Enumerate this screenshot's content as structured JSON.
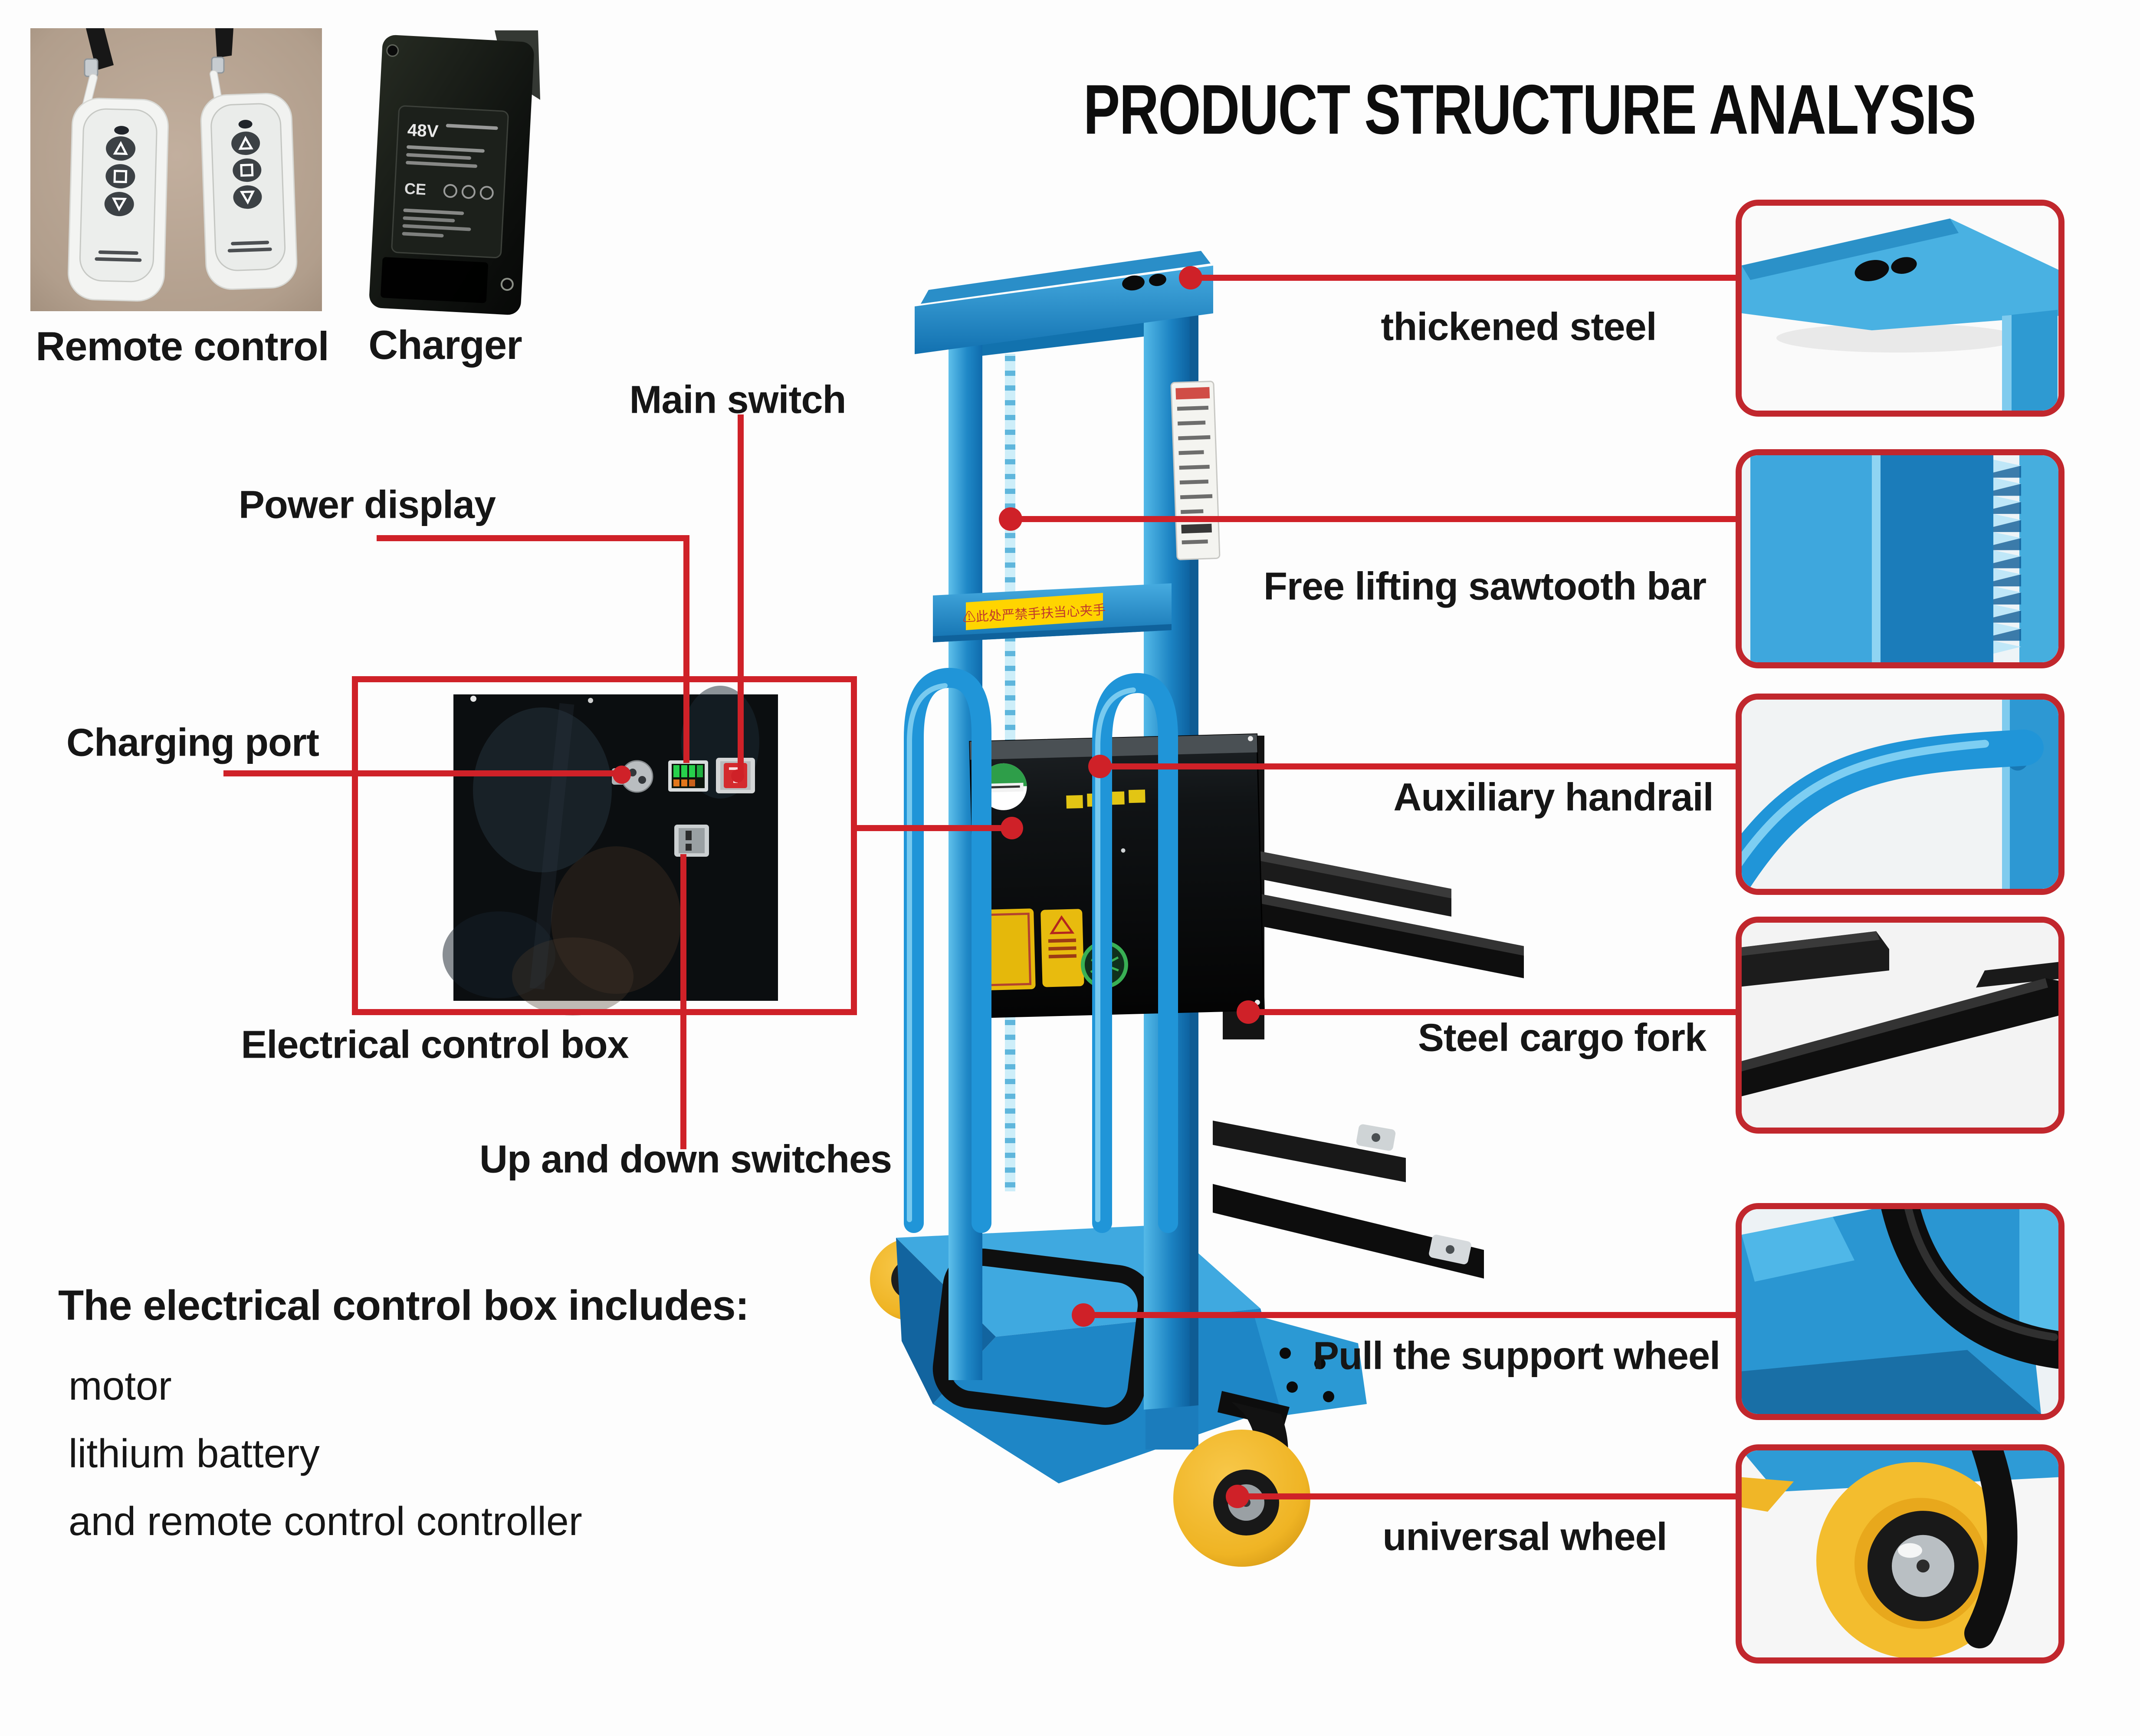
{
  "title": "PRODUCT STRUCTURE ANALYSIS",
  "photos": {
    "remote_label": "Remote control",
    "charger_label": "Charger",
    "charger_voltage": "48V",
    "charger_ce": "CE"
  },
  "annotations": {
    "main_switch": "Main switch",
    "power_display": "Power display",
    "charging_port": "Charging port",
    "electrical_control_box": "Electrical control box",
    "up_down_switches": "Up and down switches"
  },
  "callouts": [
    {
      "label": "thickened steel"
    },
    {
      "label": "Free lifting sawtooth bar"
    },
    {
      "label": "Auxiliary handrail"
    },
    {
      "label": "Steel cargo fork"
    },
    {
      "label": "Pull the support wheel"
    },
    {
      "label": "universal wheel"
    }
  ],
  "includes_block": {
    "heading": "The electrical control box includes:",
    "items": [
      "motor",
      "lithium battery",
      "and remote control controller"
    ]
  },
  "machine": {
    "mast_warning": "⚠此处严禁手扶当心夹手"
  },
  "colors": {
    "annotation_red": "#c1272d",
    "machine_blue": "#2095d8",
    "wheel_yellow": "#f0b727",
    "warning_yellow": "#ffd400"
  }
}
